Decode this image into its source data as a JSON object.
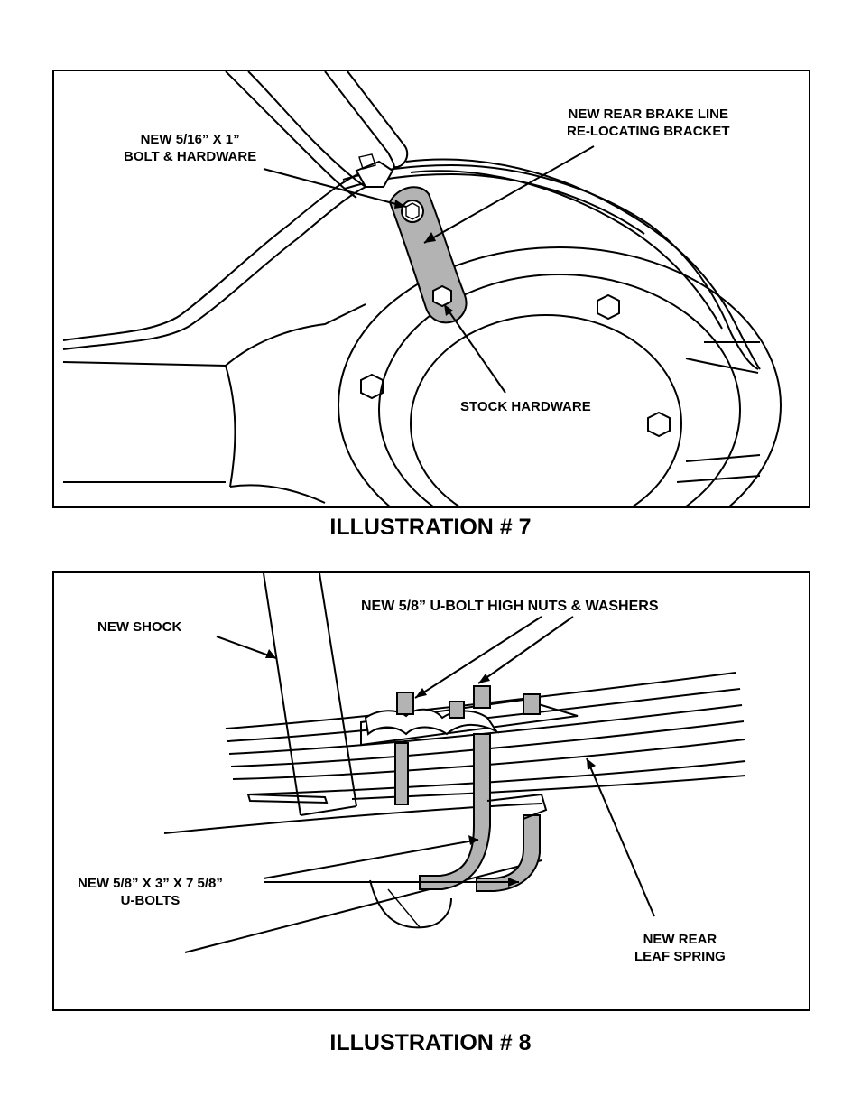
{
  "illustration7": {
    "caption": "ILLUSTRATION # 7",
    "callouts": {
      "bolt_line1": "NEW 5/16” X 1”",
      "bolt_line2": "BOLT & HARDWARE",
      "bracket_line1": "NEW REAR BRAKE LINE",
      "bracket_line2": "RE-LOCATING BRACKET",
      "stock": "STOCK HARDWARE"
    }
  },
  "illustration8": {
    "caption": "ILLUSTRATION # 8",
    "callouts": {
      "shock": "NEW SHOCK",
      "nuts": "NEW 5/8” U-BOLT HIGH NUTS & WASHERS",
      "ubolts_line1": "NEW 5/8” X 3” X 7 5/8”",
      "ubolts_line2": "U-BOLTS",
      "spring_line1": "NEW REAR",
      "spring_line2": "LEAF SPRING"
    }
  },
  "colors": {
    "line": "#000000",
    "highlight_part": "#b3b3b3",
    "background": "#ffffff"
  }
}
